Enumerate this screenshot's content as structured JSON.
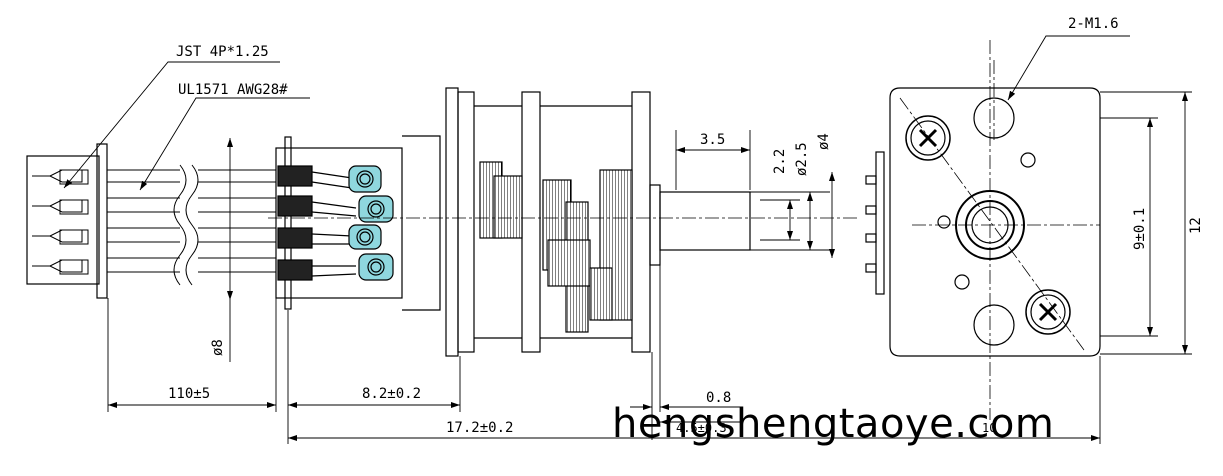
{
  "labels": {
    "connector": "JST 4P*1.25",
    "wire": "UL1571 AWG28#",
    "screw": "2-M1.6",
    "shaft_len": "3.5",
    "d22": "2.2",
    "d25": "ø2.5",
    "d4": "ø4",
    "d8": "ø8",
    "cable_len": "110±5",
    "motor_len": "8.2±0.2",
    "total_len": "17.2±0.2",
    "flange": "0.8",
    "shaft_ext": "4.5±0.3",
    "hole_pitch": "9±0.1",
    "height": "12",
    "width": "10"
  },
  "watermark": "hengshengtaoye.com"
}
